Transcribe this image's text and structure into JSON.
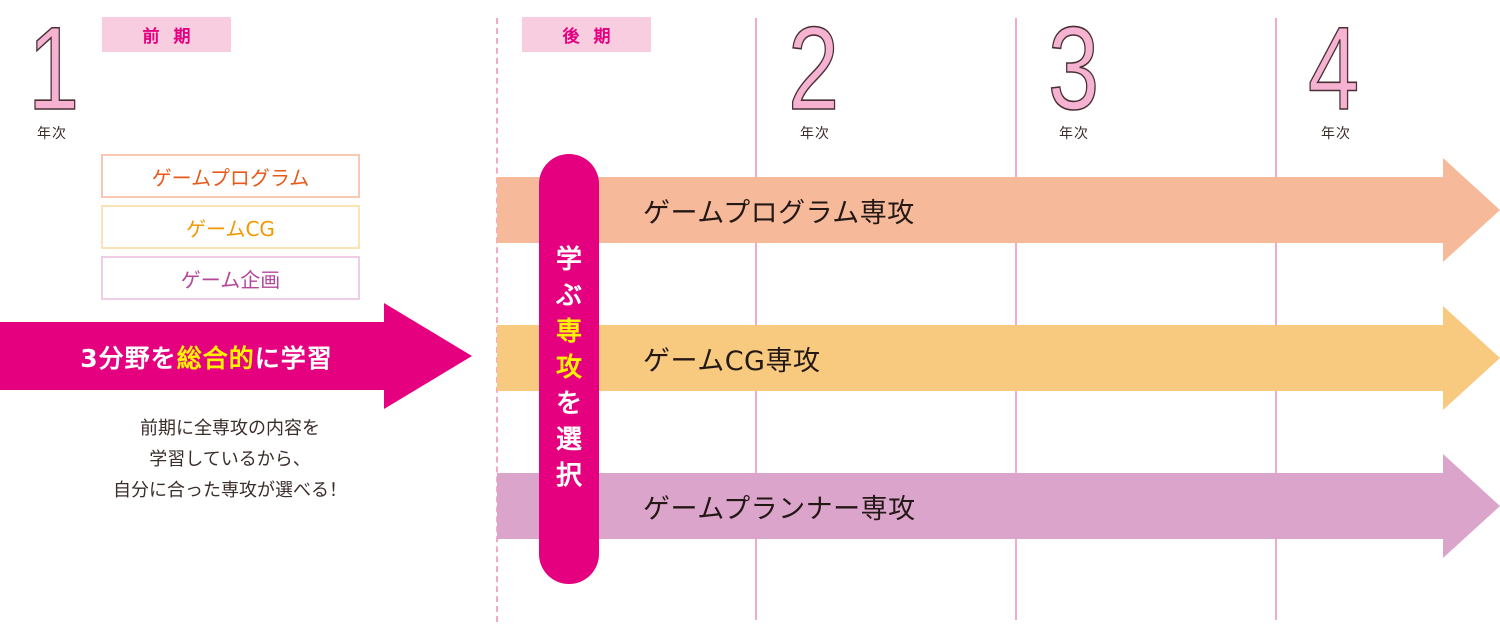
{
  "colors": {
    "accent_magenta": "#e4007f",
    "highlight_yellow": "#fff100",
    "badge_pink": "#f9cde0",
    "grid_pink": "#f5a9c9",
    "numeral_pink": "#f6b2d1",
    "program_orange": "#f6b99a",
    "cg_yellow": "#f8ca80",
    "planner_purple": "#dba5cb",
    "program_text": "#e85a1b",
    "cg_text": "#f39800",
    "planner_text": "#b5479b"
  },
  "years": [
    {
      "number": "1",
      "label": "年次"
    },
    {
      "number": "2",
      "label": "年次"
    },
    {
      "number": "3",
      "label": "年次"
    },
    {
      "number": "4",
      "label": "年次"
    }
  ],
  "terms": {
    "first": "前期",
    "second": "後期"
  },
  "categories": [
    {
      "label": "ゲームプログラム",
      "icon": "none"
    },
    {
      "label": "ゲームCG",
      "icon": "none"
    },
    {
      "label": "ゲーム企画",
      "icon": "none"
    }
  ],
  "overview_arrow": {
    "prefix": "3分野を",
    "highlight": "総合的",
    "suffix": "に学習"
  },
  "description": [
    "前期に全専攻の内容を",
    "学習しているから、",
    "自分に合った専攻が選べる！"
  ],
  "selection_pill": {
    "chars": [
      "学",
      "ぶ",
      "専",
      "攻",
      "を",
      "選",
      "択"
    ],
    "highlight_indices": [
      2,
      3
    ]
  },
  "majors": [
    {
      "label": "ゲームプログラム専攻",
      "color": "#f6b99a"
    },
    {
      "label": "ゲームCG専攻",
      "color": "#f8ca80"
    },
    {
      "label": "ゲームプランナー専攻",
      "color": "#dba5cb"
    }
  ]
}
